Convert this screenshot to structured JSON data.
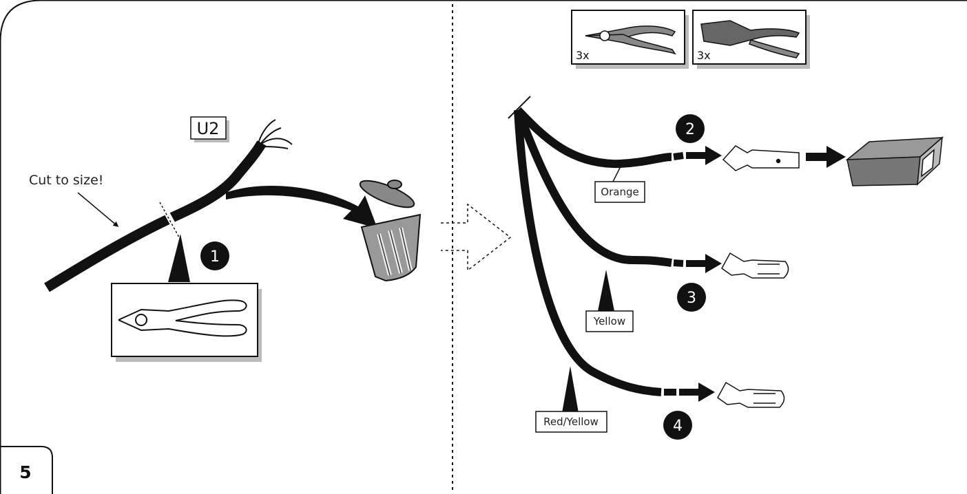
{
  "step_number": "5",
  "cable_label": "U2",
  "cut_instruction": "Cut to size!",
  "tools": [
    {
      "name": "wire stripper",
      "quantity": "3x"
    },
    {
      "name": "crimping pliers",
      "quantity": "3x"
    }
  ],
  "steps": [
    "1",
    "2",
    "3",
    "4"
  ],
  "wires": [
    {
      "color_label": "Orange"
    },
    {
      "color_label": "Yellow"
    },
    {
      "color_label": "Red/Yellow"
    }
  ]
}
